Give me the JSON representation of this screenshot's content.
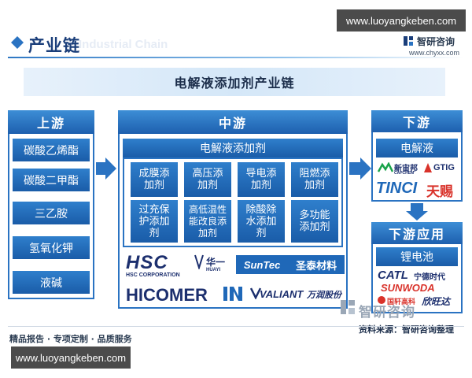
{
  "watermark_top": "www.luoyangkeben.com",
  "watermark_bottom": "www.luoyangkeben.com",
  "header": {
    "title": "产业链",
    "title_ghost": "Industrial Chain",
    "brand_name": "智研咨询",
    "brand_url": "www.chyxx.com"
  },
  "main_title": "电解液添加剂产业链",
  "upstream": {
    "heading": "上游",
    "items": [
      "碳酸乙烯酯",
      "碳酸二甲酯",
      "三乙胺",
      "氢氧化钾",
      "液碱"
    ]
  },
  "midstream": {
    "heading": "中游",
    "sub_heading": "电解液添加剂",
    "items": [
      {
        "line1": "成膜添",
        "line2": "加剂",
        "line3": ""
      },
      {
        "line1": "高压添",
        "line2": "加剂",
        "line3": ""
      },
      {
        "line1": "导电添",
        "line2": "加剂",
        "line3": ""
      },
      {
        "line1": "阻燃添",
        "line2": "加剂",
        "line3": ""
      },
      {
        "line1": "过充保",
        "line2": "护添加",
        "line3": "剂"
      },
      {
        "line1": "高低温性",
        "line2": "能改良添",
        "line3": "加剂"
      },
      {
        "line1": "除酸除",
        "line2": "水添加",
        "line3": "剂"
      },
      {
        "line1": "多功能",
        "line2": "添加剂",
        "line3": ""
      }
    ],
    "logos": {
      "hsc": "HSC",
      "hsc_sub": "HSC CORPORATION",
      "huayi": "华一",
      "huayi_sub": "HUAYI",
      "suntec": "SunTec",
      "suntec_cn": "圣泰材料",
      "hicomer": "HICOMER",
      "valiant": "VALIANT",
      "valiant_cn": "万润股份"
    }
  },
  "downstream": {
    "heading": "下游",
    "item": "电解液",
    "logos": {
      "xinzhoubang": "新宙邦",
      "capchem": "CAPCHEM",
      "gtig": "GTIG",
      "tinci": "TINCI",
      "tinci_cn": "天赐"
    }
  },
  "application": {
    "heading": "下游应用",
    "item": "锂电池",
    "logos": {
      "catl": "CATL",
      "catl_cn": "宁德时代",
      "sunwoda": "SUNWODA",
      "guoxuan": "国轩高科",
      "xinwangda": "欣旺达"
    }
  },
  "footer": {
    "tags": "精品报告 · 专项定制 · 品质服务",
    "brand": "智研咨询",
    "source": "资料来源：智研咨询整理"
  },
  "colors": {
    "primary": "#2a73c2",
    "dark_blue": "#1a5ca8",
    "title_blue": "#1a3e7a",
    "logo_red": "#d9322a",
    "logo_navy": "#1c2f6e"
  }
}
